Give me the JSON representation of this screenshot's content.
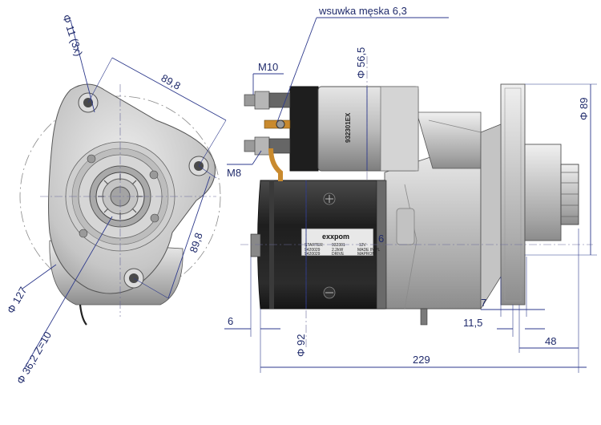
{
  "colors": {
    "dimension": "#2e3a8c",
    "metal_light": "#d9d9d9",
    "metal_mid": "#b7b7b7",
    "metal_dark": "#8a8a8a",
    "motor_black": "#2a2a2a",
    "copper": "#c98a2e"
  },
  "labels": {
    "terminal": "wsuwka męska 6,3",
    "m10": "M10",
    "m8": "M8"
  },
  "dimensions": {
    "hole_dia": "Φ 11  (3x)",
    "bolt_spacing_top": "89,8",
    "bolt_spacing_side": "89,8",
    "housing_dia": "Φ 127",
    "pinion": "Φ 36,2  Z=10",
    "solenoid_dia": "Φ 56,5",
    "flange_dia": "Φ 89",
    "motor_dia": "Φ 92",
    "offset_left": "6",
    "offset_mid": "6",
    "pinion_7": "7",
    "pinion_115": "11,5",
    "flange_48": "48",
    "total_length": "229"
  },
  "plate": {
    "brand": "exxpom",
    "part_number": "932301EX",
    "row1": [
      "STARTER",
      "932301",
      "12V"
    ],
    "row2": [
      "9420029",
      "2.2kW",
      "MADE IN PL"
    ],
    "row3": [
      "9420029",
      "DRIVE",
      "MAPROM"
    ]
  }
}
